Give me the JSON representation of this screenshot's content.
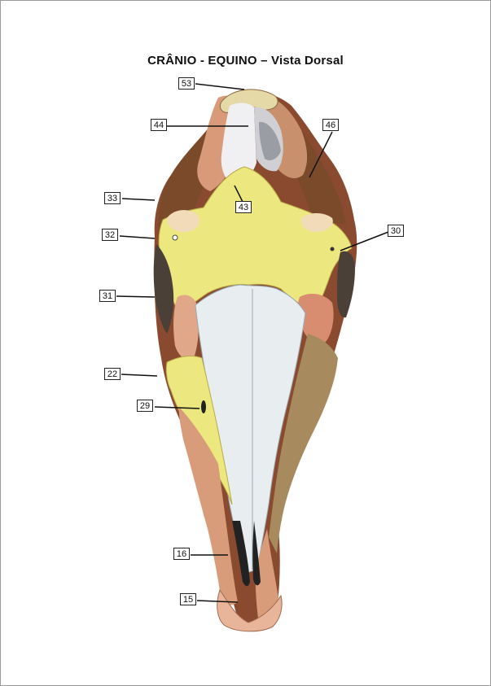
{
  "title": "CRÂNIO - EQUINO – Vista Dorsal",
  "colors": {
    "frontal_yellow": "#ede77f",
    "nasal_white": "#e8eef0",
    "maxilla_brown": "#a88a5f",
    "bone_salmon": "#d89a78",
    "dark_rust": "#8a4a30",
    "incisive_peach": "#e0a788"
  },
  "labels": [
    "53",
    "44",
    "46",
    "33",
    "43",
    "30",
    "32",
    "31",
    "22",
    "29",
    "16",
    "15"
  ]
}
